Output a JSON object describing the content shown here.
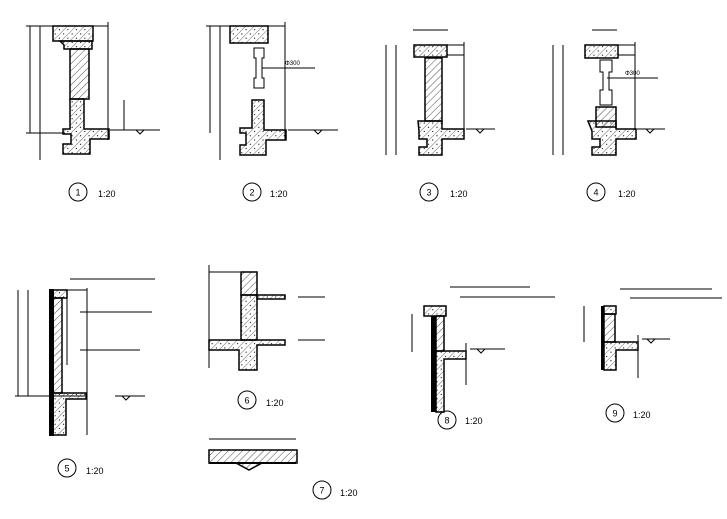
{
  "details": [
    {
      "number": "1",
      "scale": "1:20"
    },
    {
      "number": "2",
      "scale": "1:20",
      "note": "Φ300"
    },
    {
      "number": "3",
      "scale": "1:20"
    },
    {
      "number": "4",
      "scale": "1:20",
      "note": "Φ300"
    },
    {
      "number": "5",
      "scale": "1:20"
    },
    {
      "number": "6",
      "scale": "1:20"
    },
    {
      "number": "7",
      "scale": "1:20"
    },
    {
      "number": "8",
      "scale": "1:20"
    },
    {
      "number": "9",
      "scale": "1:20"
    }
  ]
}
